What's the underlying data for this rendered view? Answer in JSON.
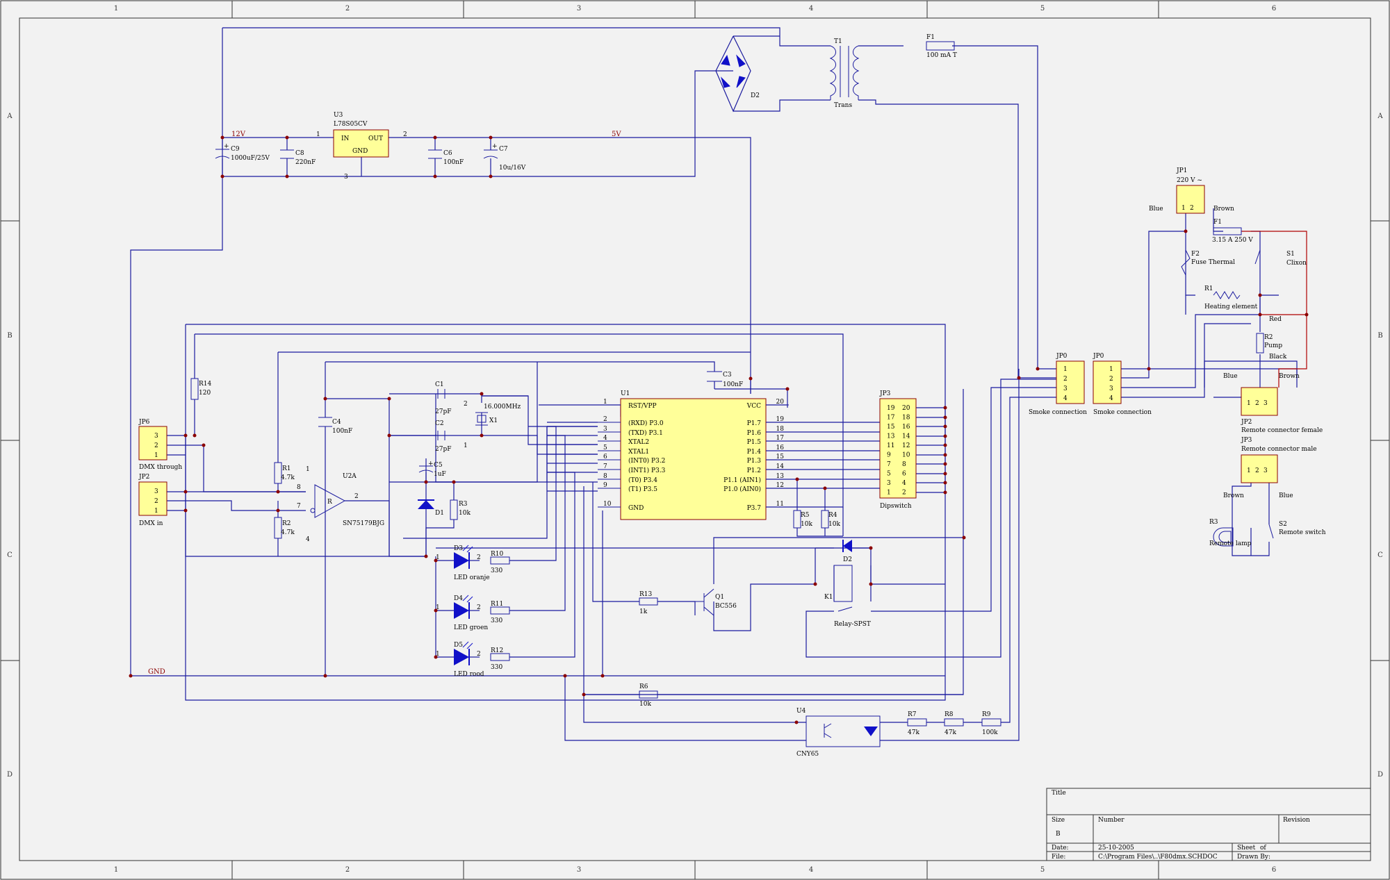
{
  "frame": {
    "columns": [
      "1",
      "2",
      "3",
      "4",
      "5",
      "6"
    ],
    "rows": [
      "A",
      "B",
      "C",
      "D"
    ]
  },
  "components": {
    "U3": {
      "ref": "U3",
      "value": "L78S05CV",
      "pin_in": "IN",
      "pin_out": "OUT",
      "pin_gnd": "GND",
      "pin1": "1",
      "pin2": "2",
      "pin3": "3"
    },
    "C9": {
      "ref": "C9",
      "value": "1000uF/25V",
      "polarity": "+"
    },
    "C8": {
      "ref": "C8",
      "value": "220nF"
    },
    "C6": {
      "ref": "C6",
      "value": "100nF"
    },
    "C7": {
      "ref": "C7",
      "value": "10u/16V",
      "polarity": "+"
    },
    "T1": {
      "ref": "T1",
      "value": "Trans"
    },
    "D2_bridge": {
      "ref": "D2"
    },
    "F1_main": {
      "ref": "F1",
      "value": "100 mA T"
    },
    "U1": {
      "ref": "U1",
      "left_pins": [
        {
          "num": "1",
          "name": "RST/VPP"
        },
        {
          "num": "2",
          "name": "(RXD) P3.0"
        },
        {
          "num": "3",
          "name": "(TXD) P3.1"
        },
        {
          "num": "4",
          "name": "XTAL2"
        },
        {
          "num": "5",
          "name": "XTAL1"
        },
        {
          "num": "6",
          "name": "(INT0) P3.2"
        },
        {
          "num": "7",
          "name": "(INT1) P3.3"
        },
        {
          "num": "8",
          "name": "(T0) P3.4"
        },
        {
          "num": "9",
          "name": "(T1) P3.5"
        },
        {
          "num": "10",
          "name": "GND"
        }
      ],
      "right_pins": [
        {
          "num": "20",
          "name": "VCC"
        },
        {
          "num": "19",
          "name": "P1.7"
        },
        {
          "num": "18",
          "name": "P1.6"
        },
        {
          "num": "17",
          "name": "P1.5"
        },
        {
          "num": "16",
          "name": "P1.4"
        },
        {
          "num": "15",
          "name": "P1.3"
        },
        {
          "num": "14",
          "name": "P1.2"
        },
        {
          "num": "13",
          "name": "P1.1 (AIN1)"
        },
        {
          "num": "12",
          "name": "P1.0 (AIN0)"
        },
        {
          "num": "11",
          "name": "P3.7"
        }
      ]
    },
    "JP3_dip": {
      "ref": "JP3",
      "value": "Dipswitch",
      "rows": [
        [
          "19",
          "20"
        ],
        [
          "17",
          "18"
        ],
        [
          "15",
          "16"
        ],
        [
          "13",
          "14"
        ],
        [
          "11",
          "12"
        ],
        [
          "9",
          "10"
        ],
        [
          "7",
          "8"
        ],
        [
          "5",
          "6"
        ],
        [
          "3",
          "4"
        ],
        [
          "1",
          "2"
        ]
      ]
    },
    "C1": {
      "ref": "C1",
      "value": "27pF",
      "pin": "2"
    },
    "C2": {
      "ref": "C2",
      "value": "27pF",
      "pin": "1"
    },
    "X1": {
      "ref": "X1",
      "value": "16.000MHz"
    },
    "C3": {
      "ref": "C3",
      "value": "100nF"
    },
    "C4": {
      "ref": "C4",
      "value": "100nF"
    },
    "C5": {
      "ref": "C5",
      "value": "1uF",
      "polarity": "+"
    },
    "D1": {
      "ref": "D1"
    },
    "R3": {
      "ref": "R3",
      "value": "10k"
    },
    "R14": {
      "ref": "R14",
      "value": "120"
    },
    "R1": {
      "ref": "R1",
      "value": "4.7k",
      "pin": "1"
    },
    "R2": {
      "ref": "R2",
      "value": "4.7k",
      "pin": "4"
    },
    "U2A": {
      "ref": "U2A",
      "value": "SN75179BJG",
      "pin_in_a": "8",
      "pin_in_b": "7",
      "pin_out": "2",
      "gate": "R"
    },
    "JP6": {
      "ref": "JP6",
      "value": "DMX through",
      "pins": [
        "3",
        "2",
        "1"
      ]
    },
    "JP2_dmx": {
      "ref": "JP2",
      "value": "DMX in",
      "pins": [
        "3",
        "2",
        "1"
      ]
    },
    "GND": {
      "label": "GND"
    },
    "rail_12v": {
      "label": "12V"
    },
    "rail_5v": {
      "label": "5V"
    },
    "leds": [
      {
        "ref": "D3",
        "value": "LED oranje",
        "r_ref": "R10",
        "r_value": "330",
        "pin1": "1",
        "pin2": "2"
      },
      {
        "ref": "D4",
        "value": "LED groen",
        "r_ref": "R11",
        "r_value": "330",
        "pin1": "1",
        "pin2": "2"
      },
      {
        "ref": "D5",
        "value": "LED rood",
        "r_ref": "R12",
        "r_value": "330",
        "pin1": "1",
        "pin2": "2"
      }
    ],
    "R13": {
      "ref": "R13",
      "value": "1k"
    },
    "Q1": {
      "ref": "Q1",
      "value": "BC556"
    },
    "D2_relay": {
      "ref": "D2"
    },
    "K1": {
      "ref": "K1",
      "value": "Relay-SPST"
    },
    "R5": {
      "ref": "R5",
      "value": "10k"
    },
    "R4": {
      "ref": "R4",
      "value": "10k"
    },
    "R6": {
      "ref": "R6",
      "value": "10k"
    },
    "U4": {
      "ref": "U4",
      "value": "CNY65"
    },
    "R7": {
      "ref": "R7",
      "value": "47k"
    },
    "R8": {
      "ref": "R8",
      "value": "47k"
    },
    "R9": {
      "ref": "R9",
      "value": "100k"
    },
    "JP0_a": {
      "ref": "JP0",
      "value": "Smoke connection",
      "pins": [
        "1",
        "2",
        "3",
        "4"
      ]
    },
    "JP0_b": {
      "ref": "JP0",
      "value": "Smoke connection",
      "pins": [
        "1",
        "2",
        "3",
        "4"
      ]
    },
    "JP1": {
      "ref": "JP1",
      "value": "220 V ~",
      "pins": [
        "1",
        "2"
      ]
    },
    "F1_heater": {
      "ref": "F1",
      "value": "3.15 A 250 V"
    },
    "F2": {
      "ref": "F2",
      "value": "Fuse Thermal"
    },
    "S1": {
      "ref": "S1",
      "value": "Clixon"
    },
    "R1_heater": {
      "ref": "R1",
      "value": "Heating element"
    },
    "R2_pump": {
      "ref": "R2",
      "value": "Pump"
    },
    "JP2_remote": {
      "ref": "JP2",
      "value": "Remote connector female",
      "pins": [
        "1",
        "2",
        "3"
      ]
    },
    "JP3_remote": {
      "ref": "JP3",
      "value": "Remote connector male",
      "pins": [
        "1",
        "2",
        "3"
      ]
    },
    "R3_lamp": {
      "ref": "R3",
      "value": "Remote lamp"
    },
    "S2": {
      "ref": "S2",
      "value": "Remote switch"
    },
    "wire_labels": {
      "blue1": "Blue",
      "brown1": "Brown",
      "red": "Red",
      "black": "Black",
      "blue2": "Blue",
      "brown2": "Brown",
      "brown3": "Brown",
      "blue3": "Blue"
    }
  },
  "title_block": {
    "title_label": "Title",
    "size_label": "Size",
    "size_value": "B",
    "number_label": "Number",
    "revision_label": "Revision",
    "date_label": "Date:",
    "date_value": "25-10-2005",
    "sheet_label": "Sheet",
    "sheet_of": "of",
    "file_label": "File:",
    "file_value": "C:\\Program Files\\..\\F80dmx.SCHDOC",
    "drawn_label": "Drawn By:"
  },
  "colors": {
    "wire": "#1a1a9e",
    "outline": "#1a1a9e",
    "body": "#ffff99",
    "junction": "#8b0000",
    "label_red": "#8b0000",
    "diode": "#1010c8",
    "frame": "#333333"
  }
}
